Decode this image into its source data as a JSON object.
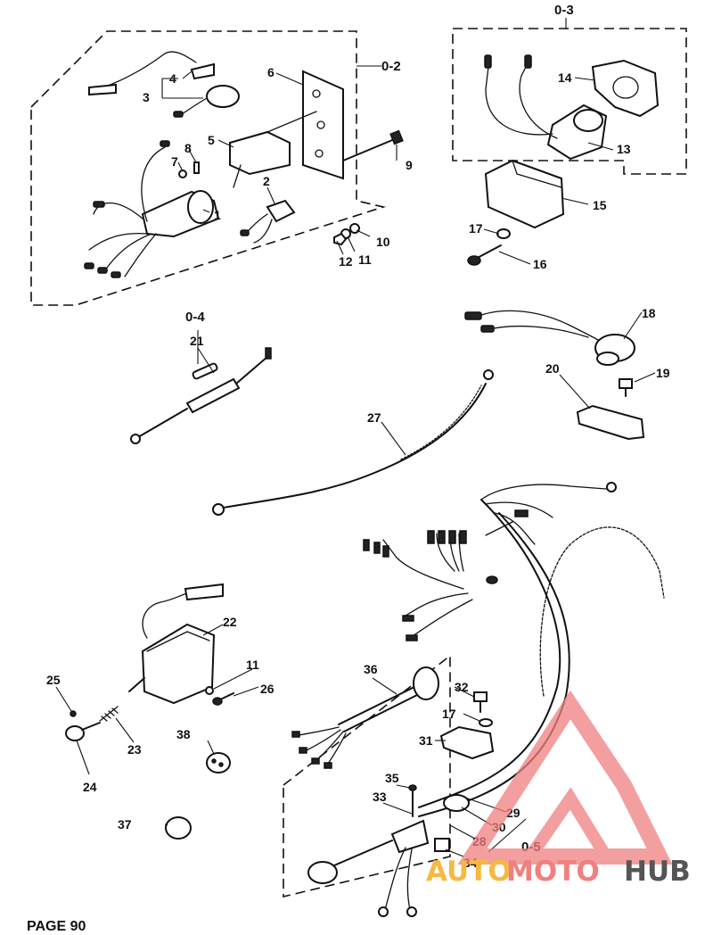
{
  "diagram": {
    "group_labels": {
      "o2": "0-2",
      "o3": "0-3",
      "o4": "0-4",
      "o5": "0-5"
    },
    "callouts": {
      "p1": "1",
      "p2": "2",
      "p3": "3",
      "p4": "4",
      "p5": "5",
      "p6": "6",
      "p7": "7",
      "p8": "8",
      "p9": "9",
      "p10": "10",
      "p11": "11",
      "p12": "12",
      "p13": "13",
      "p14": "14",
      "p15": "15",
      "p16": "16",
      "p17": "17",
      "p18": "18",
      "p19": "19",
      "p20": "20",
      "p21": "21",
      "p22": "22",
      "p23": "23",
      "p24": "24",
      "p25": "25",
      "p26": "26",
      "p27": "27",
      "p28": "28",
      "p29": "29",
      "p30": "30",
      "p31": "31",
      "p32": "32",
      "p33": "33",
      "p34": "34",
      "p35": "35",
      "p36": "36",
      "p37": "37",
      "p38": "38",
      "p11b": "11",
      "p17b": "17"
    }
  },
  "watermark": {
    "text_auto": "AUTO",
    "text_moto": "MOTO",
    "text_hub": "HUB",
    "color_accent": "#f08080",
    "color_dark": "#555555"
  },
  "footer": {
    "page_text": "PAGE 90"
  }
}
